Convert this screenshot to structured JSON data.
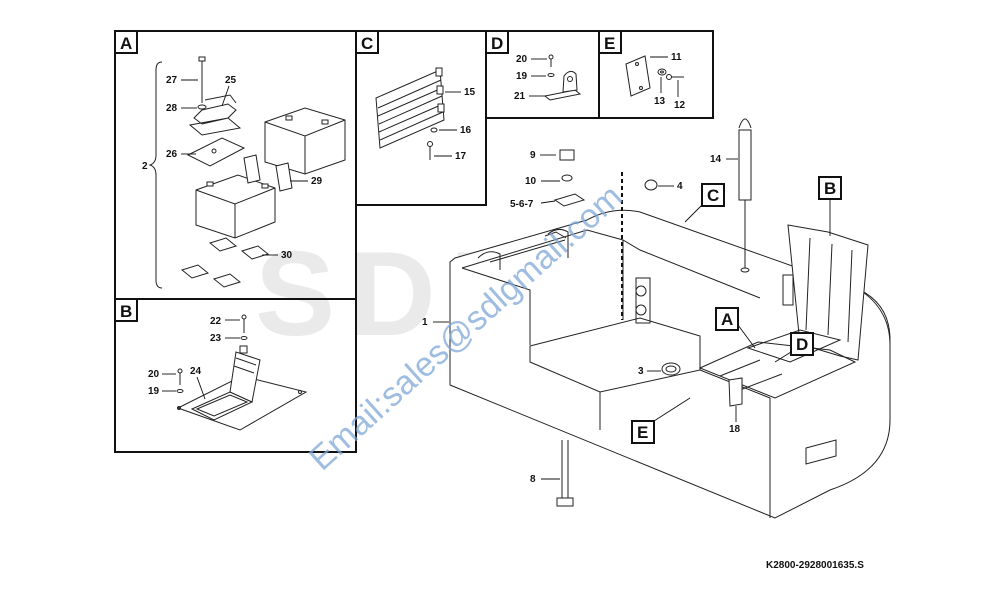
{
  "watermark": {
    "logo_text": "SDLG",
    "email": "Email:sales@sdlgmail.com"
  },
  "drawing_code": "K2800-2928001635.S",
  "panels": {
    "A": {
      "letter": "A",
      "labels": {
        "p27": "27",
        "p25": "25",
        "p28": "28",
        "p2": "2",
        "p26": "26",
        "p29": "29",
        "p30": "30"
      }
    },
    "B": {
      "letter": "B",
      "labels": {
        "p22": "22",
        "p23": "23",
        "p20": "20",
        "p24": "24",
        "p19": "19"
      }
    },
    "C": {
      "letter": "C",
      "labels": {
        "p15": "15",
        "p16": "16",
        "p17": "17"
      }
    },
    "D": {
      "letter": "D",
      "labels": {
        "p20": "20",
        "p19": "19",
        "p21": "21"
      }
    },
    "E": {
      "letter": "E",
      "labels": {
        "p11": "11",
        "p13": "13",
        "p12": "12"
      }
    }
  },
  "main": {
    "callouts": {
      "C": "C",
      "B": "B",
      "A": "A",
      "D": "D",
      "E": "E"
    },
    "labels": {
      "p9": "9",
      "p10": "10",
      "p567": "5-6-7",
      "p4": "4",
      "p14": "14",
      "p1": "1",
      "p3": "3",
      "p18": "18",
      "p8": "8"
    }
  }
}
